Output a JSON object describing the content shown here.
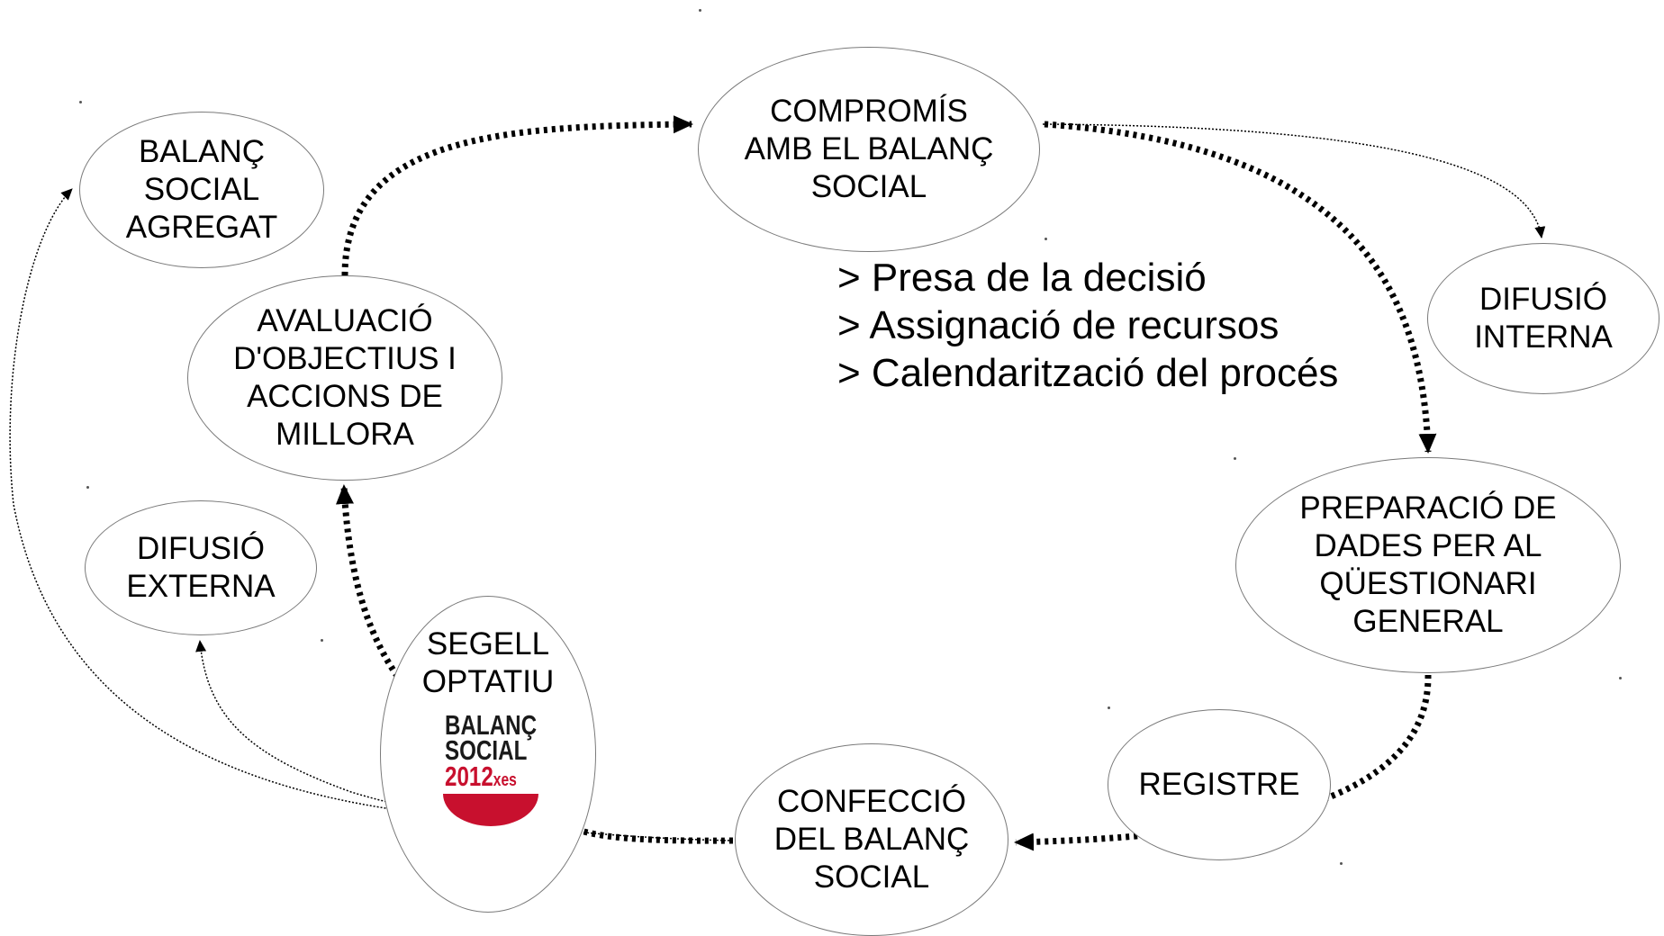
{
  "nodes": {
    "compromis": "COMPROMÍS\nAMB EL BALANÇ\nSOCIAL",
    "agregat": "BALANÇ\nSOCIAL\nAGREGAT",
    "avaluacio": "AVALUACIÓ\nD'OBJECTIUS I\nACCIONS DE\nMILLORA",
    "difusio_interna": "DIFUSIÓ\nINTERNA",
    "preparacio": "PREPARACIÓ DE\nDADES PER AL\nQÜESTIONARI\nGENERAL",
    "registre": "REGISTRE",
    "confeccio": "CONFECCIÓ\nDEL BALANÇ\nSOCIAL",
    "difusio_externa": "DIFUSIÓ\nEXTERNA",
    "segell": "SEGELL\nOPTATIU"
  },
  "steps": [
    "> Presa de la decisió",
    "> Assignació de recursos",
    "> Calendarització del procés"
  ],
  "logo": {
    "line1": "BALANÇ",
    "line2": "SOCIAL",
    "year": "2012",
    "suffix": "xes"
  },
  "colors": {
    "node_border": "#7a7a7a",
    "arrow": "#000000",
    "logo_red": "#c8102e",
    "logo_dark": "#1a1a1a"
  }
}
